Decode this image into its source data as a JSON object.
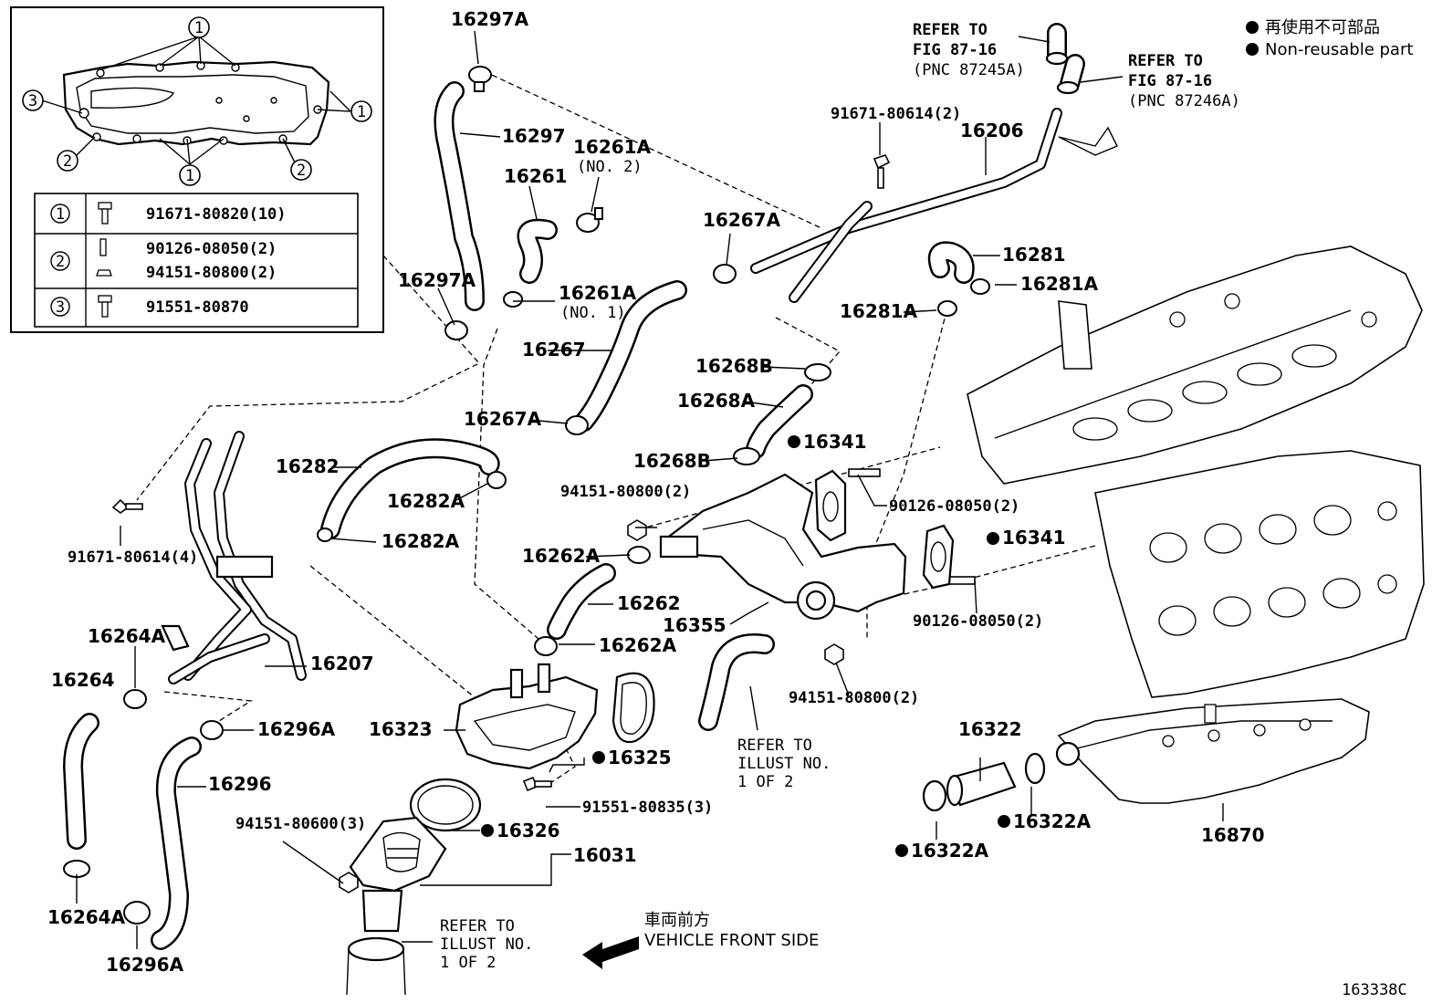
{
  "legend": {
    "non_reusable_jp": "再使用不可部品",
    "non_reusable_en": "Non-reusable part"
  },
  "refs": {
    "fig_a_1": "REFER TO",
    "fig_a_2": "FIG 87-16",
    "fig_a_3": "(PNC 87245A)",
    "fig_b_1": "REFER TO",
    "fig_b_2": "FIG 87-16",
    "fig_b_3": "(PNC 87246A)",
    "illust_mid_1": "REFER TO",
    "illust_mid_2": "ILLUST NO.",
    "illust_mid_3": "1 OF 2",
    "illust_bot_1": "REFER TO",
    "illust_bot_2": "ILLUST NO.",
    "illust_bot_3": "1 OF 2"
  },
  "direction": {
    "jp": "車両前方",
    "en": "VEHICLE FRONT SIDE"
  },
  "inset": {
    "callouts": [
      "1",
      "2",
      "3"
    ],
    "table": [
      {
        "key": "1",
        "parts": [
          "91671-80820(10)"
        ]
      },
      {
        "key": "2",
        "parts": [
          "90126-08050(2)",
          "94151-80800(2)"
        ]
      },
      {
        "key": "3",
        "parts": [
          "91551-80870"
        ]
      }
    ]
  },
  "labels": {
    "p16297A_top": "16297A",
    "p16297": "16297",
    "p16297A_bot": "16297A",
    "p16261": "16261",
    "p16261A_no2": "16261A",
    "p16261A_no2_sub": "(NO. 2)",
    "p16261A_no1": "16261A",
    "p16261A_no1_sub": "(NO. 1)",
    "p16267A_top": "16267A",
    "p16267": "16267",
    "p16267A_bot": "16267A",
    "p91671_top": "91671-80614(2)",
    "p16206": "16206",
    "p16281": "16281",
    "p16281A_right": "16281A",
    "p16281A_left": "16281A",
    "p16268B_top": "16268B",
    "p16268A": "16268A",
    "p16268B_bot": "16268B",
    "p16341_top": "16341",
    "p16341_right": "16341",
    "p90126_top": "90126-08050(2)",
    "p90126_bot": "90126-08050(2)",
    "p94151_top": "94151-80800(2)",
    "p94151_bot": "94151-80800(2)",
    "p16282": "16282",
    "p16282A_top": "16282A",
    "p16282A_bot": "16282A",
    "p91671_left": "91671-80614(4)",
    "p16262A_top": "16262A",
    "p16262": "16262",
    "p16262A_bot": "16262A",
    "p16355": "16355",
    "p16264A_top": "16264A",
    "p16264": "16264",
    "p16264A_bot": "16264A",
    "p16207": "16207",
    "p16296A_top": "16296A",
    "p16296": "16296",
    "p16296A_bot": "16296A",
    "p16323": "16323",
    "p16325": "16325",
    "p91551": "91551-80835(3)",
    "p94151_600": "94151-80600(3)",
    "p16326": "16326",
    "p16031": "16031",
    "p16322": "16322",
    "p16322A_right": "16322A",
    "p16322A_left": "16322A",
    "p16870": "16870",
    "figure_id": "163338C"
  }
}
